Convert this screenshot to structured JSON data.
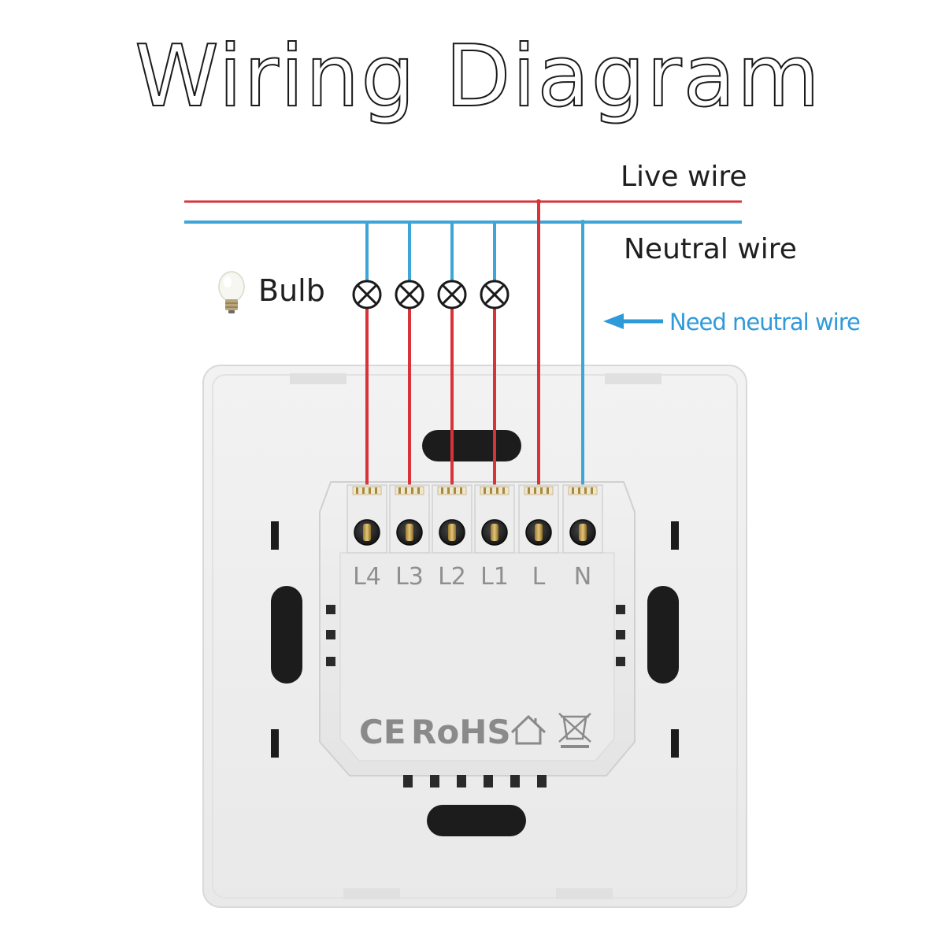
{
  "title": "Wiring Diagram",
  "wires": {
    "live_label": "Live wire",
    "neutral_label": "Neutral wire",
    "live_color": "#d9333a",
    "neutral_color": "#3ea6d6"
  },
  "bulb": {
    "label": "Bulb",
    "icon": "light-bulb-icon",
    "count": 4
  },
  "note": {
    "text": "Need neutral wire",
    "color": "#2f9ad9",
    "icon": "arrow-left-icon"
  },
  "terminals": [
    "L4",
    "L3",
    "L2",
    "L1",
    "L",
    "N"
  ],
  "certifications": {
    "ce": "CE",
    "rohs": "RoHS",
    "icons": [
      "house-icon",
      "weee-bin-icon"
    ]
  }
}
